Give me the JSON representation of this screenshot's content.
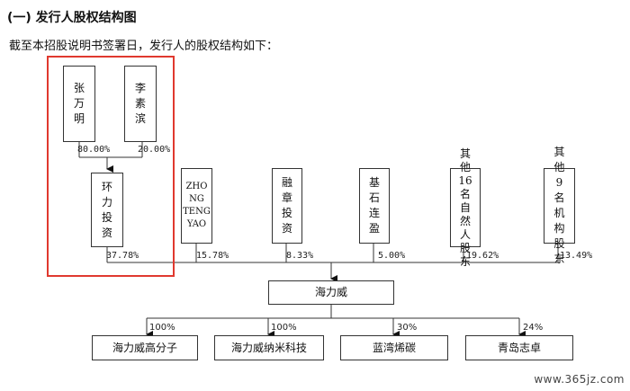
{
  "section_title": "(一) 发行人股权结构图",
  "intro_text": "截至本招股说明书签署日，发行人的股权结构如下：",
  "founders": [
    {
      "name": "张万明",
      "share": "80.00%"
    },
    {
      "name": "李素滨",
      "share": "20.00%"
    }
  ],
  "holding": {
    "name": "环力投资",
    "share": "37.78%"
  },
  "shareholders": [
    {
      "name": "ZHONG TENG YAO",
      "share": "15.78%"
    },
    {
      "name": "融章投资",
      "share": "8.33%"
    },
    {
      "name": "基石连盈",
      "share": "5.00%"
    },
    {
      "name": "其他16名自然人股东",
      "share": "19.62%"
    },
    {
      "name": "其他9名机构股东",
      "share": "13.49%"
    }
  ],
  "issuer": {
    "name": "海力威"
  },
  "subsidiaries": [
    {
      "name": "海力威高分子",
      "share": "100%"
    },
    {
      "name": "海力威纳米科技",
      "share": "100%"
    },
    {
      "name": "蓝湾烯碳",
      "share": "30%"
    },
    {
      "name": "青岛志卓",
      "share": "24%"
    }
  ],
  "watermark": "www.365jz.com"
}
